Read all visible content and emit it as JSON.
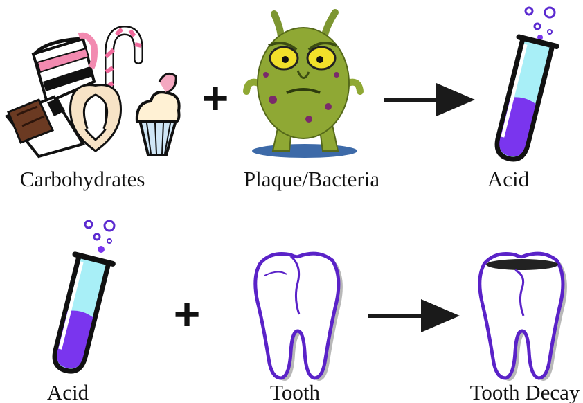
{
  "row1": {
    "carbohydrates_label": "Carbohydrates",
    "plus_sign": "+",
    "bacteria_label": "Plaque/Bacteria",
    "acid_label": "Acid"
  },
  "row2": {
    "acid_label": "Acid",
    "plus_sign": "+",
    "tooth_label": "Tooth",
    "decay_label": "Tooth Decay"
  },
  "icons": [
    "candy-sweets-icon",
    "bacteria-monster-icon",
    "test-tube-acid-icon",
    "tooth-icon",
    "decayed-tooth-icon",
    "arrow-right-icon"
  ],
  "colors": {
    "acid_liquid": "#7a35ee",
    "tube_glass": "#a8eff7",
    "tooth_outline": "#5a22c8",
    "tooth_shadow": "#b8b8b8",
    "germ_body": "#8fa834",
    "germ_eyes": "#f1e02a",
    "arrow": "#1a1a1a"
  }
}
